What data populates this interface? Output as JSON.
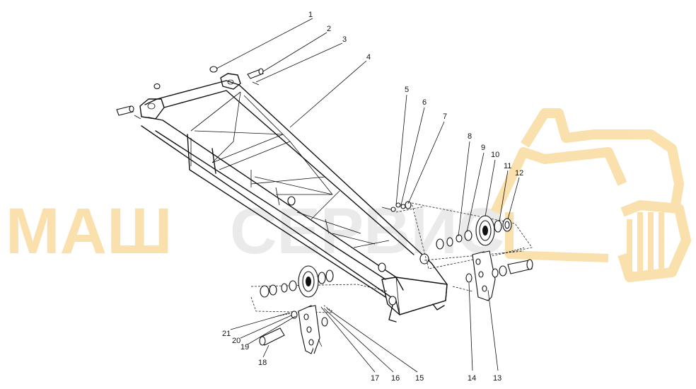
{
  "watermark": {
    "text_left": "МАШ",
    "text_right": "СЕРВИС",
    "color_left": "#f6c86a",
    "color_right": "#d9d9d9",
    "logo_color": "#f6c86a"
  },
  "callouts": [
    {
      "id": "1",
      "label": "1"
    },
    {
      "id": "2",
      "label": "2"
    },
    {
      "id": "3",
      "label": "3"
    },
    {
      "id": "4",
      "label": "4"
    },
    {
      "id": "5",
      "label": "5"
    },
    {
      "id": "6",
      "label": "6"
    },
    {
      "id": "7",
      "label": "7"
    },
    {
      "id": "8",
      "label": "8"
    },
    {
      "id": "9",
      "label": "9"
    },
    {
      "id": "10",
      "label": "10"
    },
    {
      "id": "11",
      "label": "11"
    },
    {
      "id": "12",
      "label": "12"
    },
    {
      "id": "13",
      "label": "13"
    },
    {
      "id": "14",
      "label": "14"
    },
    {
      "id": "15",
      "label": "15"
    },
    {
      "id": "16",
      "label": "16"
    },
    {
      "id": "17",
      "label": "17"
    },
    {
      "id": "18",
      "label": "18"
    },
    {
      "id": "19",
      "label": "19"
    },
    {
      "id": "20",
      "label": "20"
    },
    {
      "id": "21",
      "label": "21"
    }
  ]
}
